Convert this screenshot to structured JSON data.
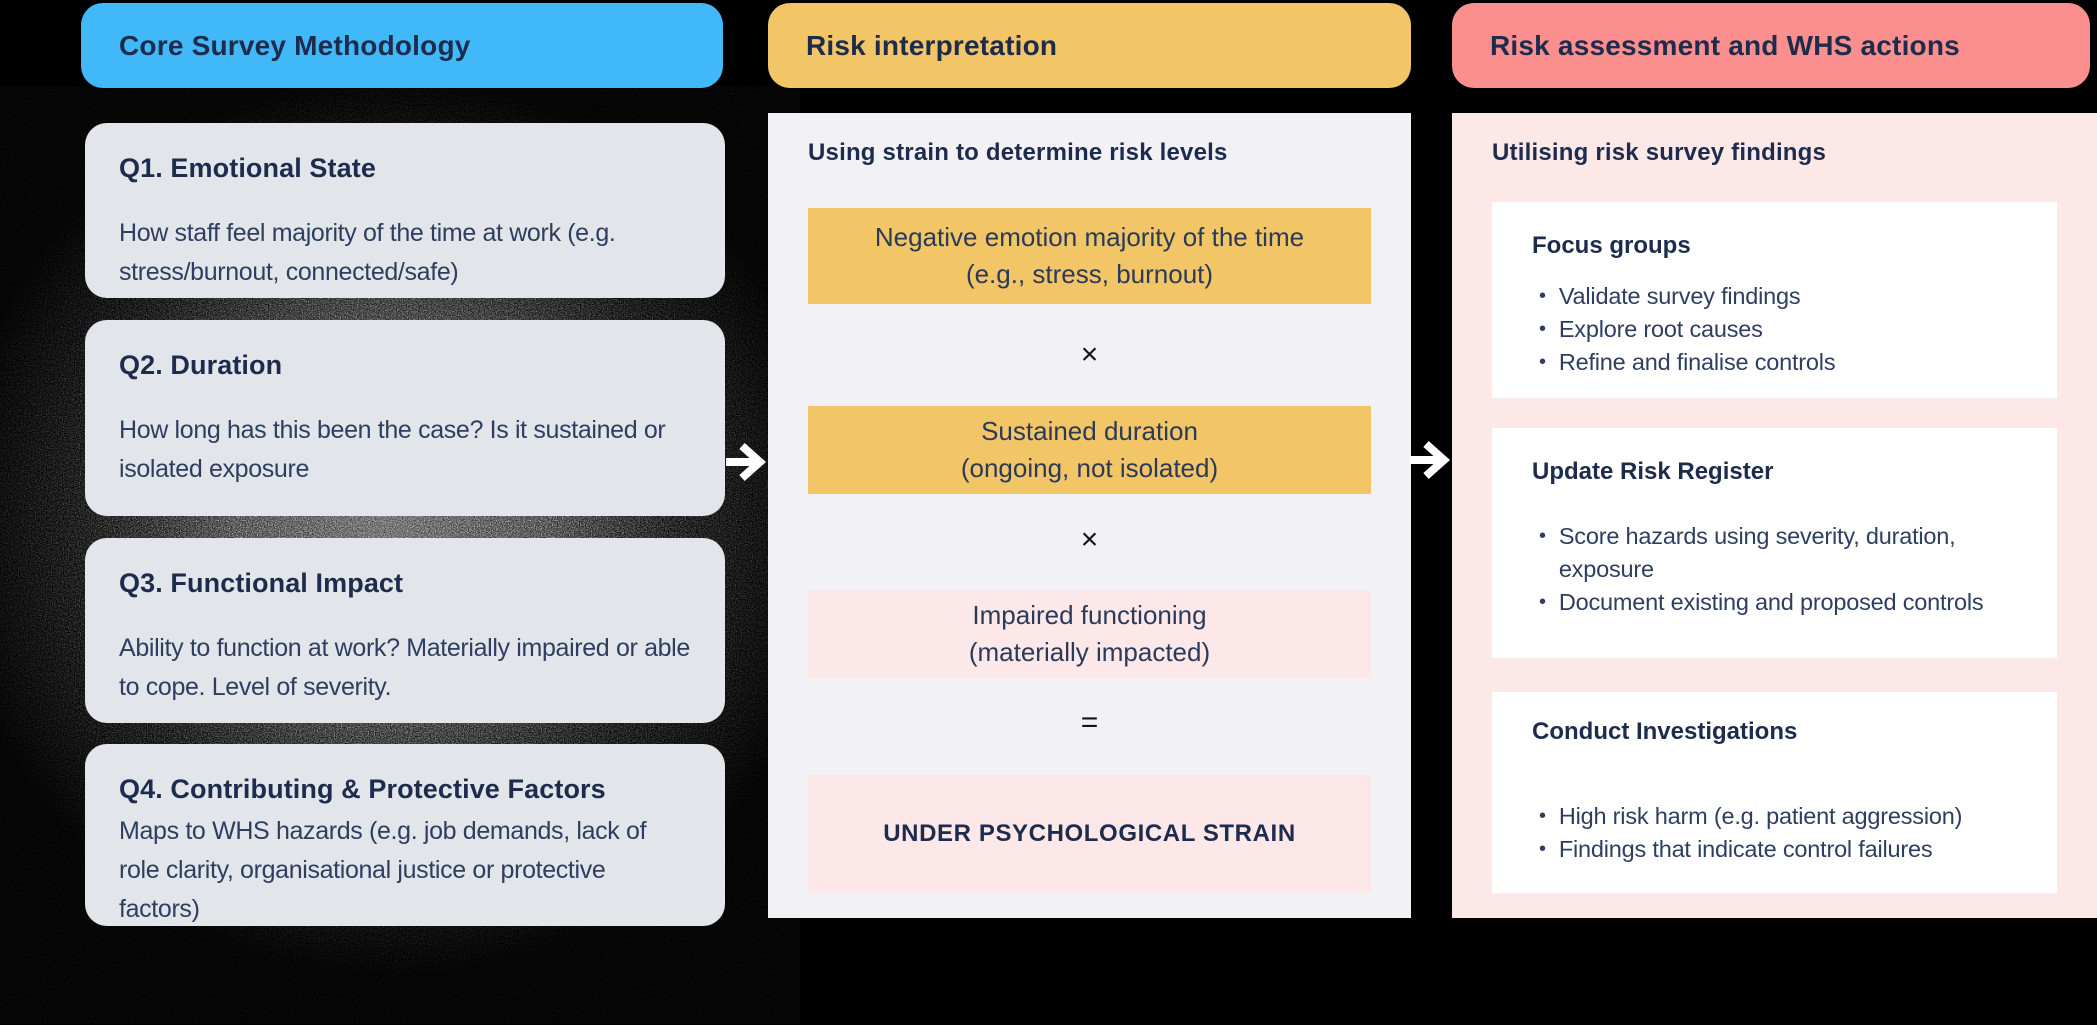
{
  "survey": {
    "header": "Core Survey Methodology",
    "cards": [
      {
        "title": "Q1. Emotional State",
        "body": "How staff feel majority of the time at work (e.g. stress/burnout, connected/safe)"
      },
      {
        "title": "Q2. Duration",
        "body": "How long has this been the case? Is it sustained or isolated exposure"
      },
      {
        "title": "Q3. Functional Impact",
        "body": "Ability to function at work? Materially impaired or able to cope. Level of severity."
      },
      {
        "title": "Q4. Contributing & Protective Factors",
        "body": "Maps to WHS hazards (e.g. job demands, lack of role clarity, organisational justice or protective factors)"
      }
    ]
  },
  "interpretation": {
    "header": "Risk interpretation",
    "subheading": "Using strain to determine risk levels",
    "boxes": [
      {
        "line1": "Negative emotion majority of the time",
        "line2": "(e.g., stress, burnout)"
      },
      {
        "line1": "Sustained duration",
        "line2": "(ongoing, not isolated)"
      },
      {
        "line1": "Impaired functioning",
        "line2": "(materially impacted)"
      },
      {
        "line1": "UNDER PSYCHOLOGICAL STRAIN"
      }
    ],
    "operators": [
      "×",
      "×",
      "="
    ]
  },
  "actions": {
    "header": "Risk assessment and WHS actions",
    "subheading": "Utilising risk survey findings",
    "cards": [
      {
        "title": "Focus groups",
        "bullets": [
          "Validate survey findings",
          "Explore root causes",
          "Refine and finalise controls"
        ]
      },
      {
        "title": "Update Risk Register",
        "bullets": [
          "Score hazards using severity, duration, exposure",
          "Document existing and proposed controls"
        ]
      },
      {
        "title": "Conduct Investigations",
        "bullets": [
          "High risk harm (e.g. patient aggression)",
          "Findings that indicate control failures"
        ]
      }
    ]
  },
  "arrows": {
    "left_to_middle": "→",
    "middle_to_right": "→"
  },
  "palette": {
    "background": "#000000",
    "blue_header": "#41b8f8",
    "yellow": "#f2c566",
    "red_header": "#fb8f8d",
    "grey_card": "#e2e5e9",
    "lavender_panel": "#f2f1f6",
    "pink": "#fce8e8",
    "white_card": "#ffffff",
    "navy_text": "#1d2b4d"
  }
}
